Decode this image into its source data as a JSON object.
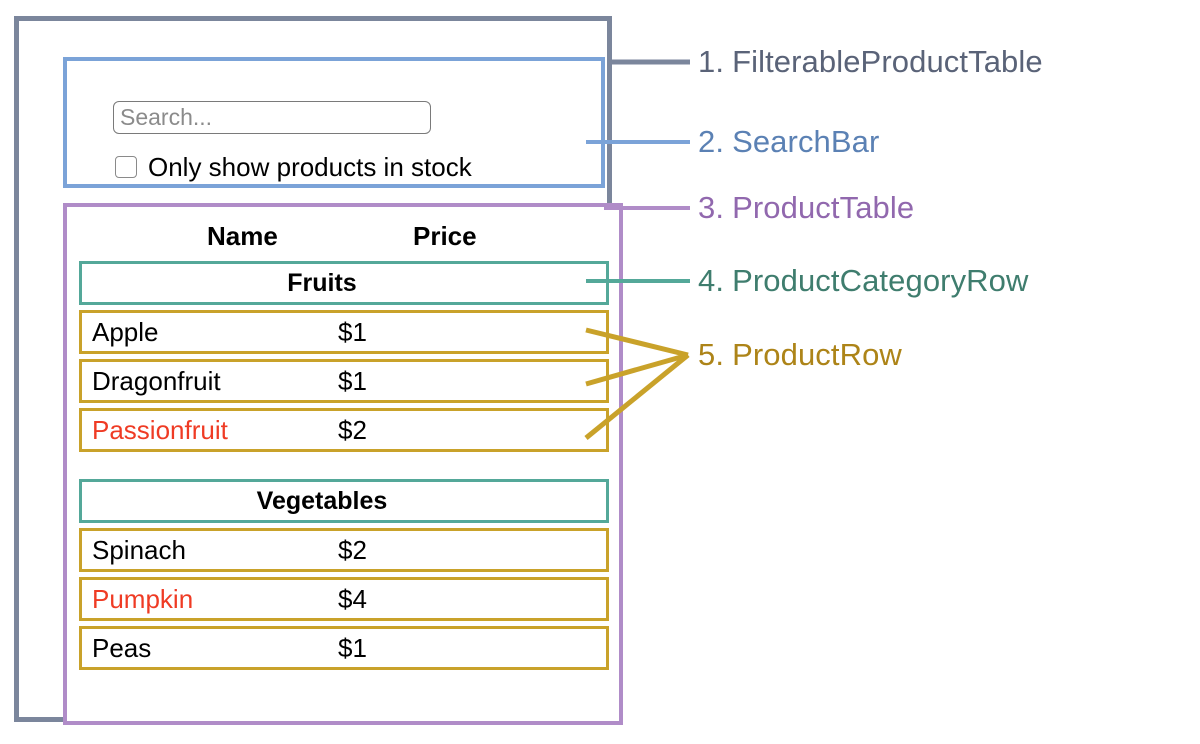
{
  "colors": {
    "filterable_product_table": "#7b869c",
    "search_bar": "#7ba3d8",
    "product_table": "#b08cc8",
    "product_category_row": "#54a899",
    "product_row": "#c9a22a",
    "out_of_stock_text": "#ef3b24",
    "label_1_text": "#5a6378",
    "label_2_text": "#5b81b4",
    "label_3_text": "#9168ae",
    "label_4_text": "#3f7d6e",
    "label_5_text": "#ad8418"
  },
  "search_bar": {
    "search_input": {
      "value": "",
      "placeholder": "Search..."
    },
    "checkbox": {
      "label": "Only show products in stock",
      "checked": false
    }
  },
  "product_table": {
    "columns": [
      "Name",
      "Price"
    ],
    "sections": [
      {
        "category": "Fruits",
        "rows": [
          {
            "name": "Apple",
            "price": "$1",
            "stocked": true
          },
          {
            "name": "Dragonfruit",
            "price": "$1",
            "stocked": true
          },
          {
            "name": "Passionfruit",
            "price": "$2",
            "stocked": false
          }
        ]
      },
      {
        "category": "Vegetables",
        "rows": [
          {
            "name": "Spinach",
            "price": "$2",
            "stocked": true
          },
          {
            "name": "Pumpkin",
            "price": "$4",
            "stocked": false
          },
          {
            "name": "Peas",
            "price": "$1",
            "stocked": true
          }
        ]
      }
    ]
  },
  "legend": [
    {
      "number": "1.",
      "label": "FilterableProductTable"
    },
    {
      "number": "2.",
      "label": "SearchBar"
    },
    {
      "number": "3.",
      "label": "ProductTable"
    },
    {
      "number": "4.",
      "label": "ProductCategoryRow"
    },
    {
      "number": "5.",
      "label": "ProductRow"
    }
  ]
}
